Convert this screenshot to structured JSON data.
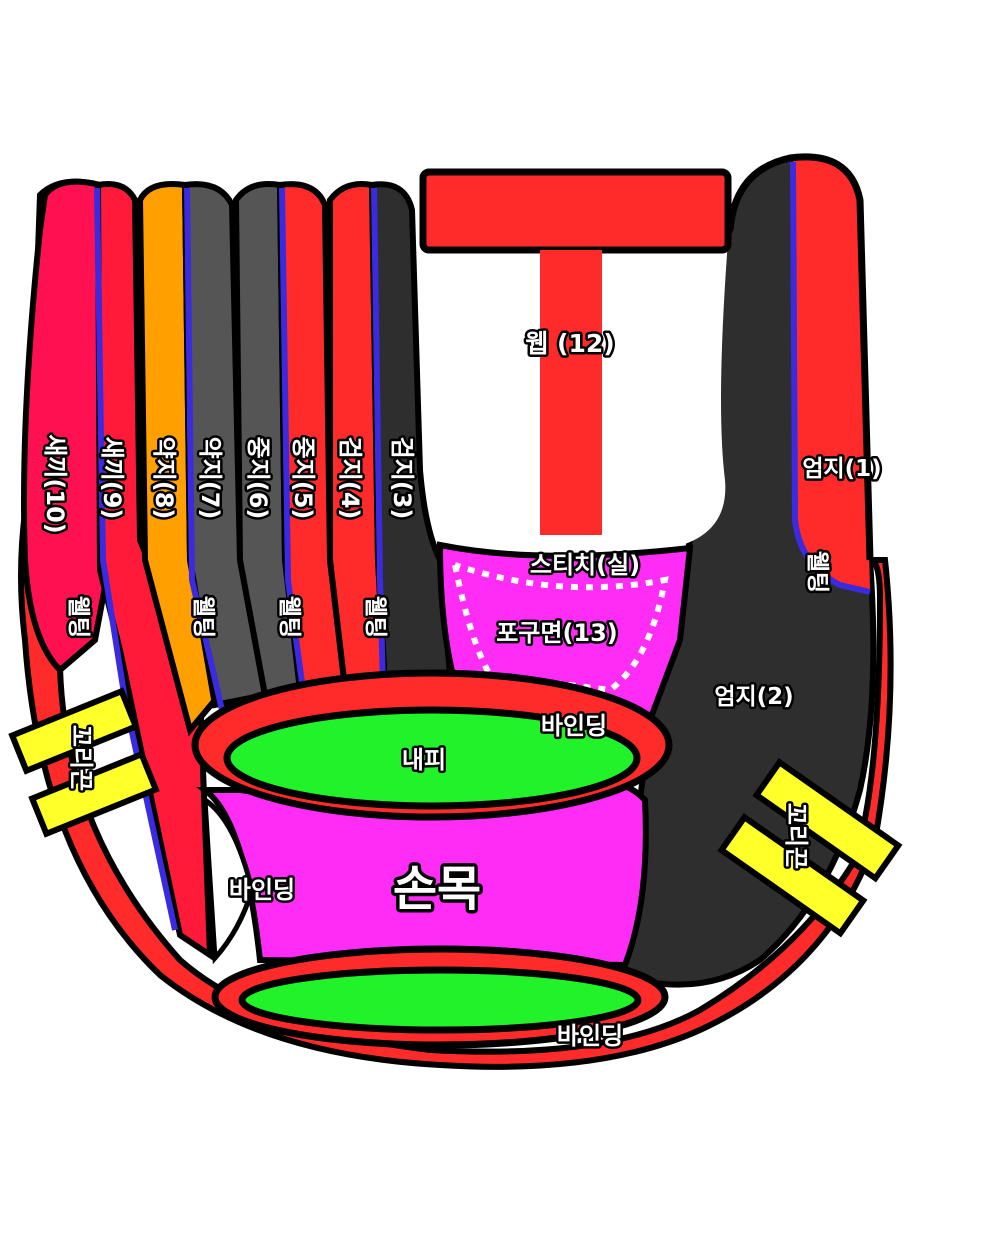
{
  "colors": {
    "outline": "#000000",
    "red": "#FF2A2A",
    "crimson": "#FF1A3A",
    "pink_red": "#FF1050",
    "orange": "#FFA000",
    "dark_gray": "#555555",
    "charcoal": "#2E2E2E",
    "blue_welting": "#3A2AE0",
    "magenta": "#FF2CF5",
    "green": "#22F22A",
    "yellow": "#FFFF2A",
    "white": "#FFFFFF"
  },
  "labels": {
    "web": "웹 (12)",
    "pinky_10": "새끼(10)",
    "pinky_9": "새끼(9)",
    "ring_8": "약지(8)",
    "ring_7": "약지(7)",
    "middle_6": "중지(6)",
    "middle_5": "중지(5)",
    "index_4": "검지(4)",
    "index_3": "검지(3)",
    "thumb_1": "엄지(1)",
    "thumb_2": "엄지(2)",
    "welting": "웰팅",
    "stitch": "스티치(실)",
    "pocket": "포구면(13)",
    "binding": "바인딩",
    "lining": "내피",
    "wrist": "손목",
    "tail_leather": "꼬리끈"
  }
}
